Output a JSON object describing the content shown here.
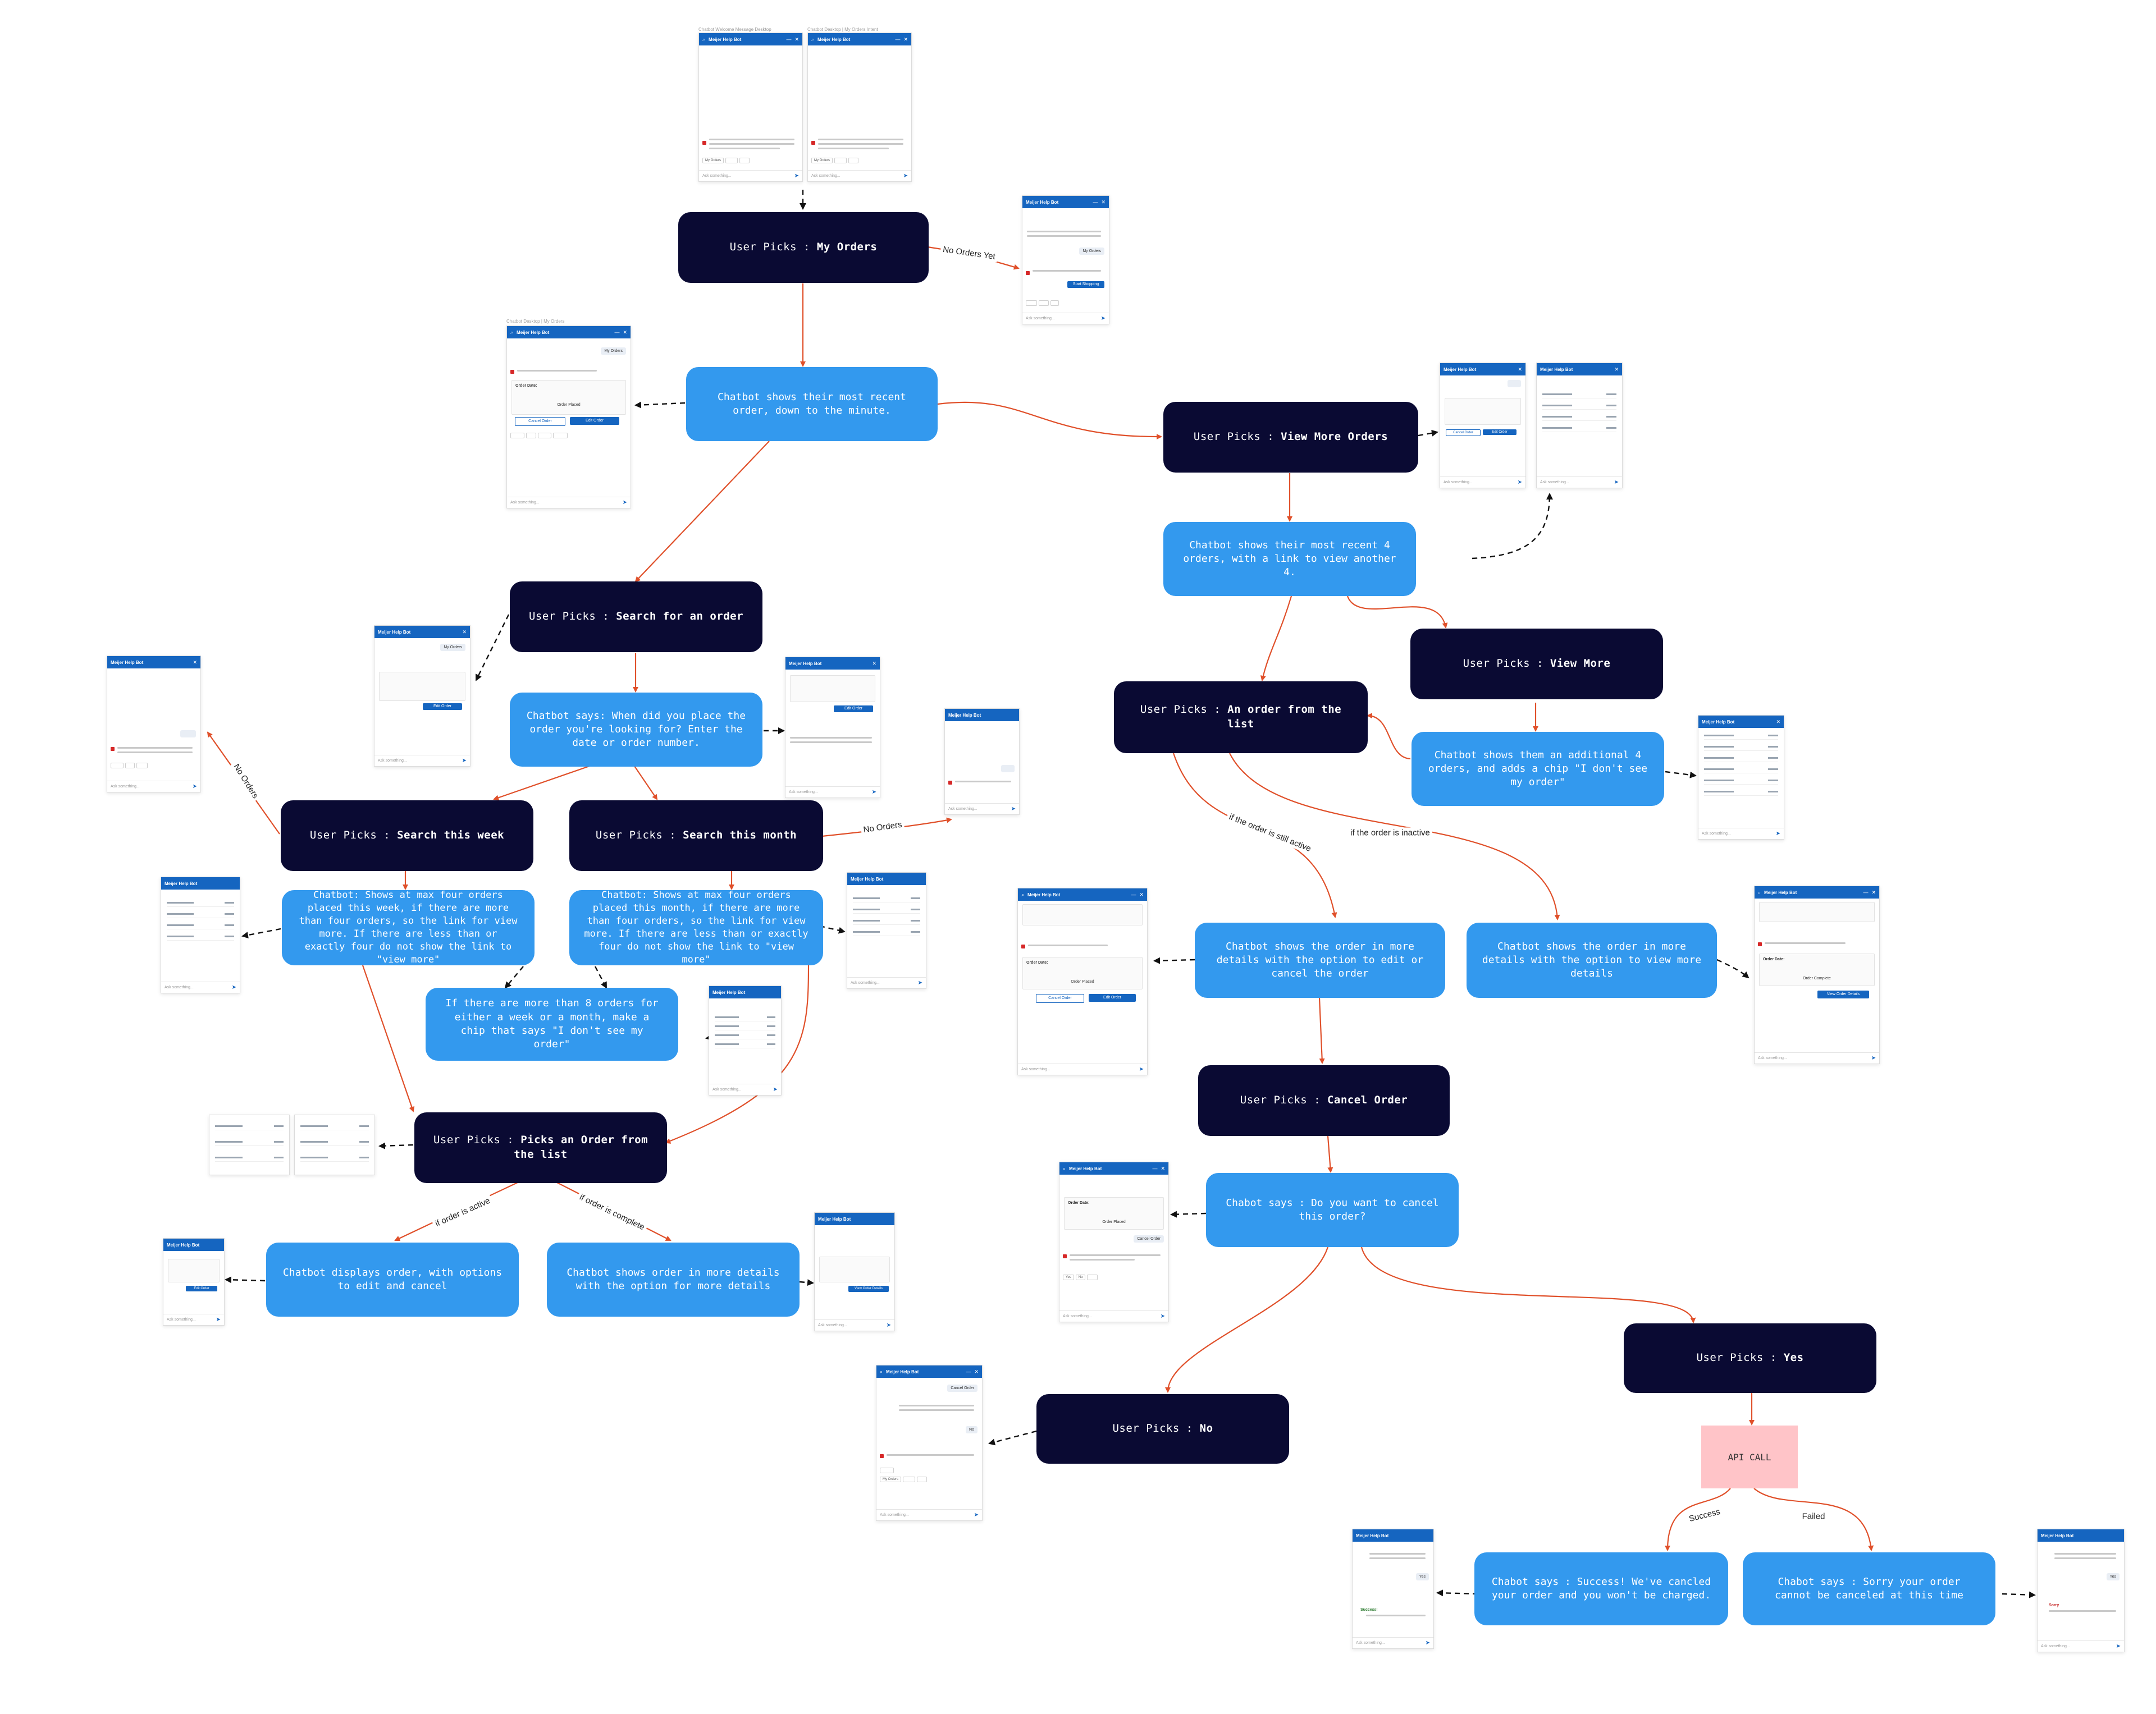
{
  "nodes": {
    "my_orders": {
      "prefix": "User Picks : ",
      "bold": "My Orders"
    },
    "recent_order": {
      "text": "Chatbot shows their most recent order, down to the minute."
    },
    "view_more_orders": {
      "prefix": "User Picks : ",
      "bold": "View More Orders"
    },
    "recent_4": {
      "text": "Chatbot shows their most recent 4 orders, with a link to view another 4."
    },
    "view_more": {
      "prefix": "User Picks : ",
      "bold": "View More"
    },
    "order_from_list_r": {
      "prefix": "User Picks : ",
      "bold": "An order from the list"
    },
    "additional_4": {
      "text": "Chatbot shows them an additional 4 orders, and adds a chip \"I don't see my order\""
    },
    "search_order": {
      "prefix": "User Picks : ",
      "bold": "Search for an order"
    },
    "chatbot_says_when": {
      "text": "Chatbot says: When did you place the order you're looking for? Enter the date or order number."
    },
    "search_week": {
      "prefix": "User Picks : ",
      "bold": "Search this week"
    },
    "search_month": {
      "prefix": "User Picks : ",
      "bold": "Search this month"
    },
    "week_result": {
      "text": "Chatbot: Shows at max four orders placed this week, if there are more than four orders, so the link for view more. If there are less than or exactly four do not show the link to \"view more\""
    },
    "month_result": {
      "text": "Chatbot: Shows at max four orders placed this month, if there are more than four orders, so the link for view more. If there are less than or exactly four do not show the link to \"view more\""
    },
    "more_than_8": {
      "text": "If there are more than 8 orders for either a week or a month, make a chip that says \"I don't see my order\""
    },
    "picks_order_list": {
      "prefix": "User Picks : ",
      "bold": "Picks an Order from the list"
    },
    "displays_order": {
      "text": "Chatbot displays order, with options to edit and cancel"
    },
    "order_details_left": {
      "text": "Chatbot shows order in more details with the option for more details"
    },
    "active_details": {
      "text": "Chatbot shows the order in more details with the option to edit or cancel the order"
    },
    "inactive_details": {
      "text": "Chatbot shows the order in more details with the option to view more details"
    },
    "cancel_order": {
      "prefix": "User Picks : ",
      "bold": "Cancel Order"
    },
    "cancel_confirm": {
      "text": "Chabot says : Do you want to cancel this order?"
    },
    "yes": {
      "prefix": "User Picks : ",
      "bold": "Yes"
    },
    "no": {
      "prefix": "User Picks : ",
      "bold": "No"
    },
    "api_call": {
      "text": "API CALL"
    },
    "success_msg": {
      "text": "Chabot says : Success! We've cancled your order and you won't be charged."
    },
    "failed_msg": {
      "text": "Chabot says : Sorry your order cannot be canceled at this time"
    }
  },
  "edge_labels": {
    "no_orders_yet": "No Orders Yet",
    "no_orders_week": "No Orders",
    "no_orders_month": "No Orders",
    "still_active": "if the order is still active",
    "inactive": "if the order is inactive",
    "order_active": "if order is active",
    "order_complete": "if order is complete",
    "success": "Success",
    "failed": "Failed"
  },
  "mockups": {
    "bot_title": "Meijer Help Bot",
    "input_placeholder": "Ask something...",
    "my_orders_chip": "My Orders",
    "order_date": "Order Date:",
    "order_placed": "Order Placed",
    "order_complete": "Order Complete",
    "cancel_order_btn": "Cancel Order",
    "edit_order_btn": "Edit Order",
    "view_order_details": "View Order Details",
    "start_shopping": "Start Shopping",
    "yes_chip": "Yes",
    "no_chip": "No",
    "success_title": "Success!",
    "sorry_title": "Sorry",
    "captions": {
      "welcome_a": "Chatbot Welcome Message Desktop",
      "welcome_b": "Chatbot Desktop | My Orders Intent",
      "my_orders": "Chatbot Desktop | My Orders"
    }
  },
  "colors": {
    "dark_node": "#0a0a33",
    "blue_node": "#3399ee",
    "api_node": "#ffc4c8",
    "edge_red": "#e0502a",
    "edge_dashed": "#111111",
    "bot_header": "#1565c0"
  }
}
